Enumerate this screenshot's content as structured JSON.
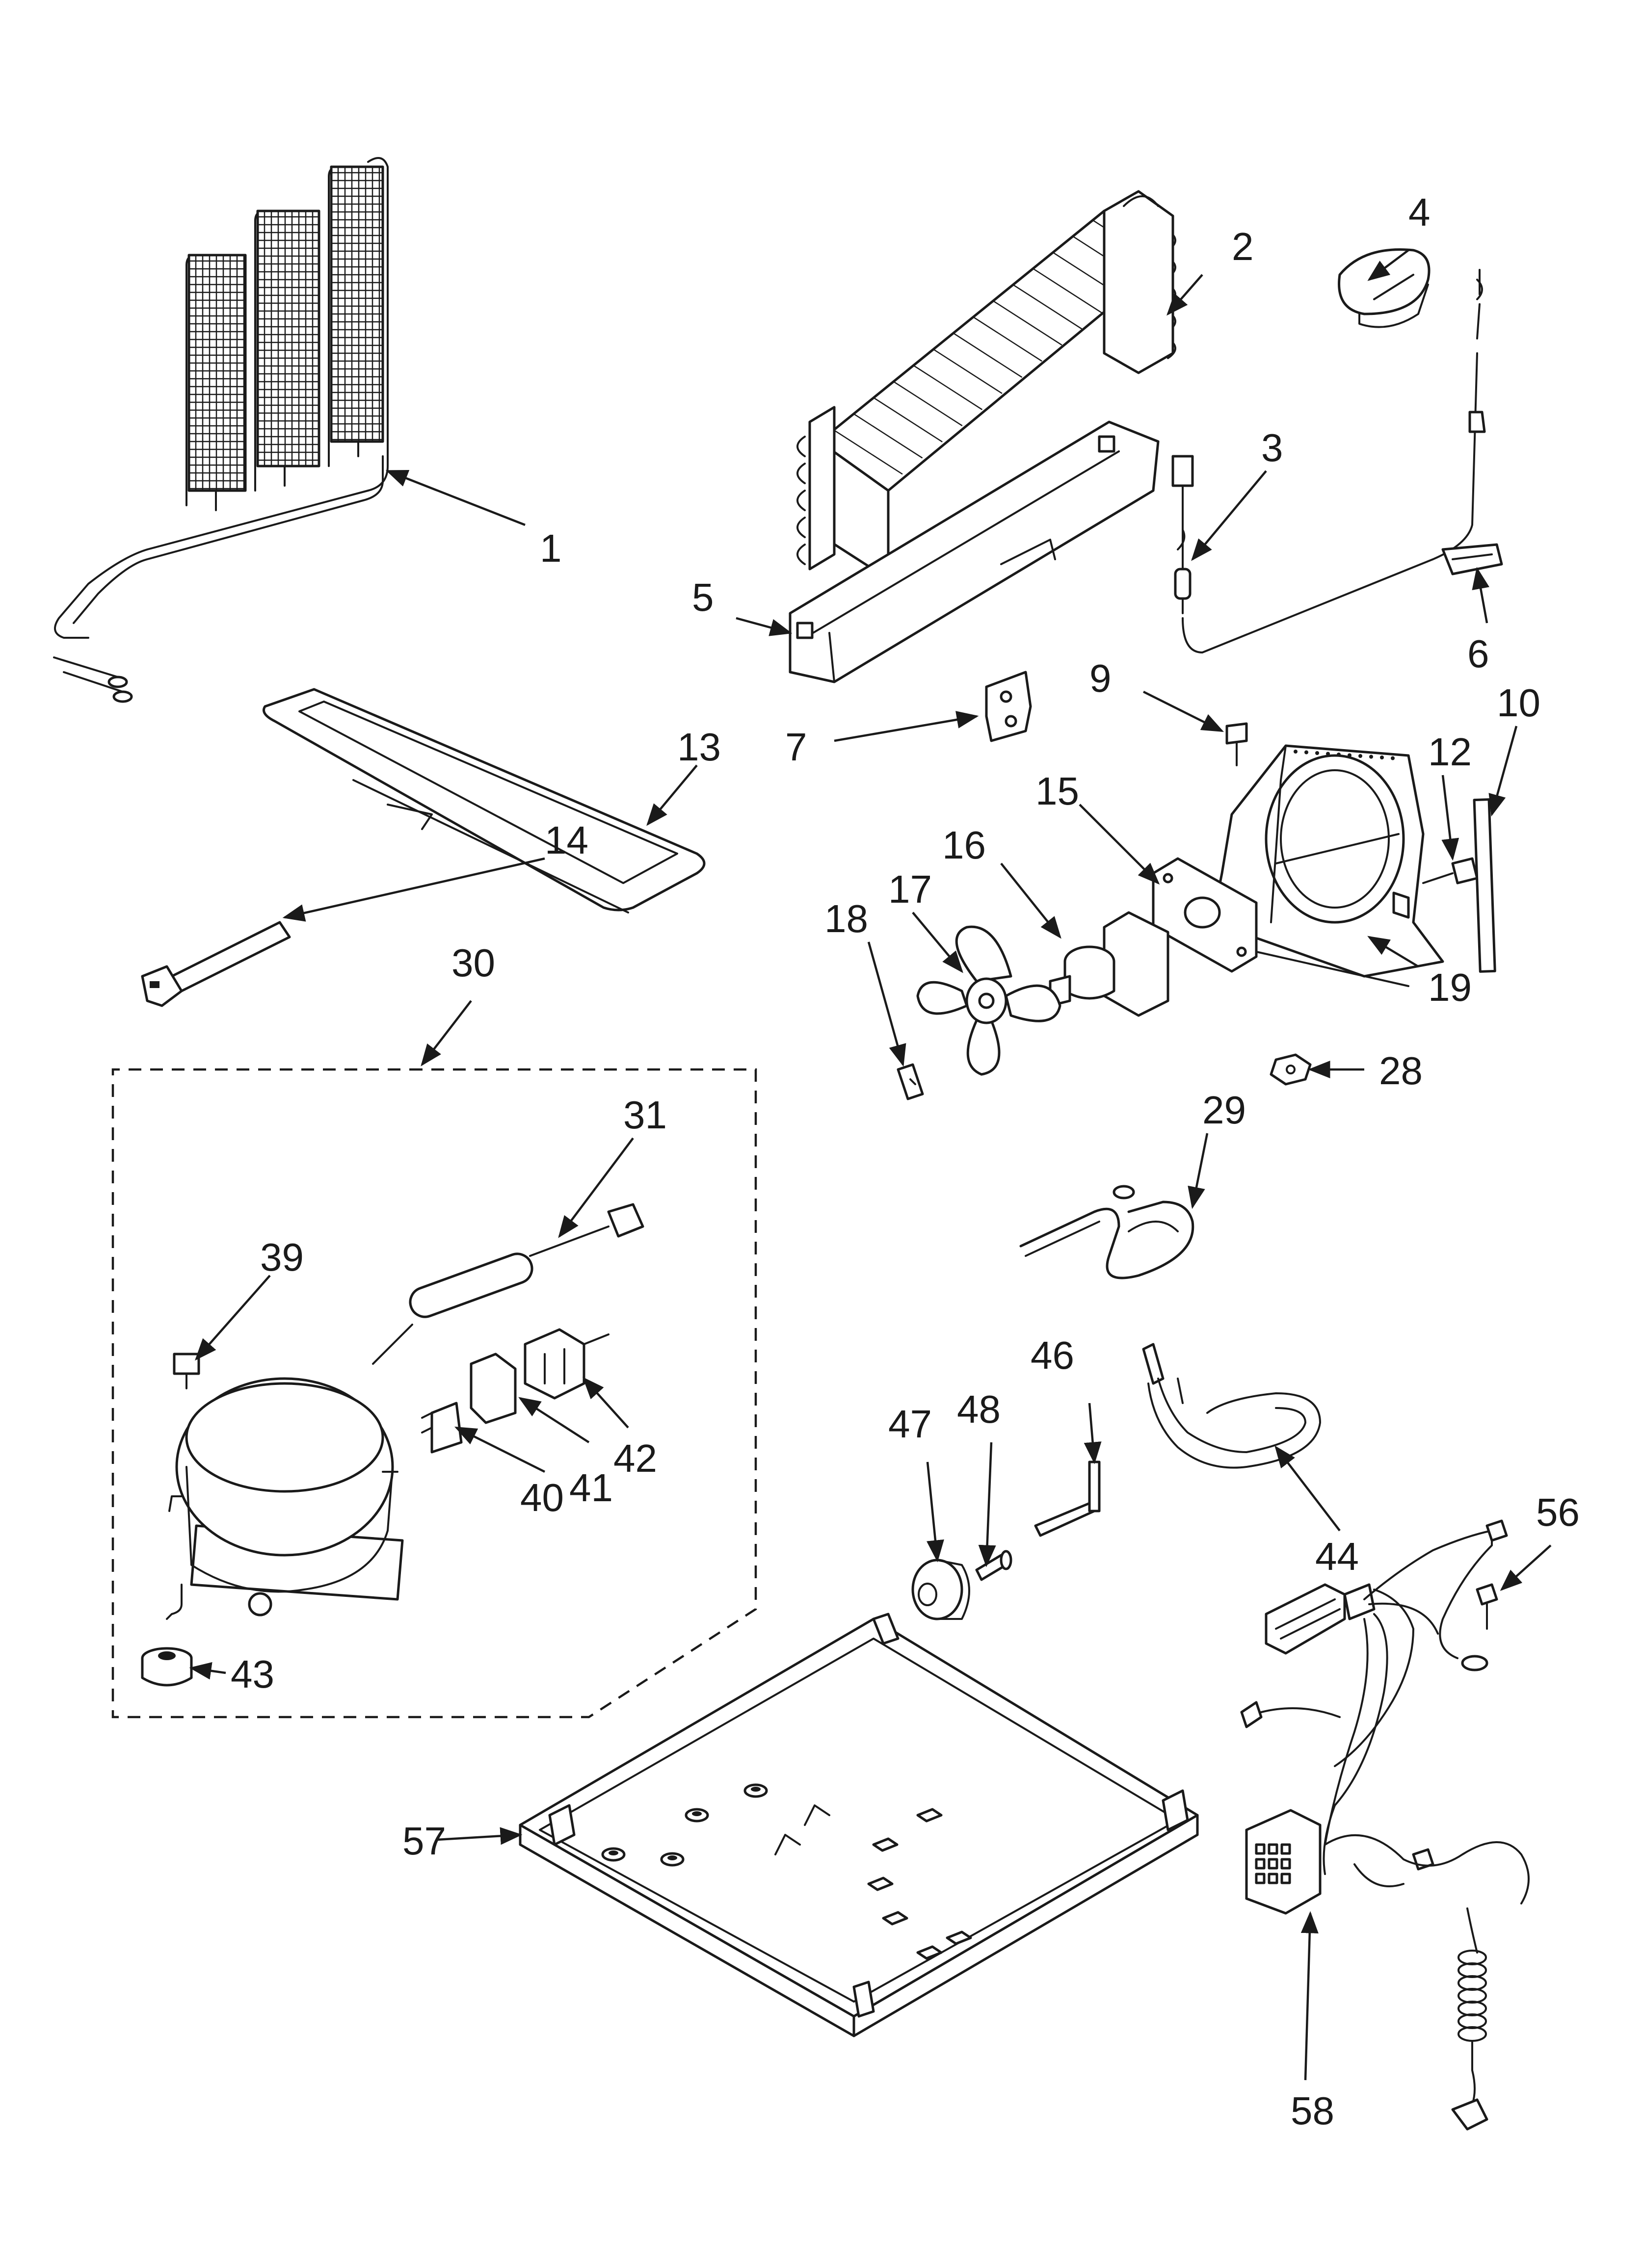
{
  "diagram": {
    "callouts": [
      "1",
      "2",
      "3",
      "4",
      "5",
      "6",
      "7",
      "9",
      "10",
      "12",
      "13",
      "14",
      "15",
      "16",
      "17",
      "18",
      "19",
      "28",
      "29",
      "30",
      "31",
      "39",
      "40",
      "41",
      "42",
      "43",
      "44",
      "46",
      "47",
      "48",
      "56",
      "57",
      "58"
    ]
  },
  "colors": {
    "ink": "#1a1a1a",
    "paper": "#ffffff"
  }
}
